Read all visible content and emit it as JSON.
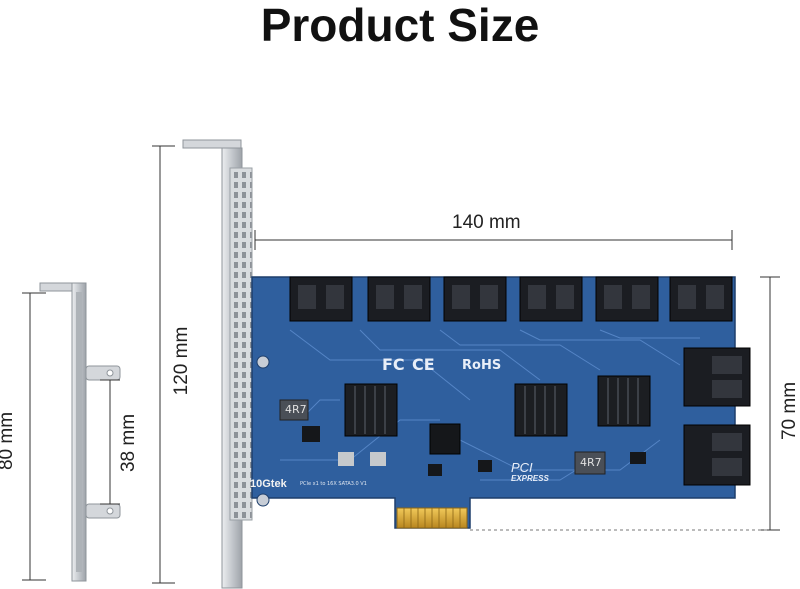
{
  "title": "Product Size",
  "dimensions": {
    "width": "140 mm",
    "height_card": "70 mm",
    "full_bracket": "120 mm",
    "low_profile_bracket": "80 mm",
    "screw_spacing": "38 mm"
  },
  "board": {
    "brand": "10Gtek",
    "model_text": "PCIe x1 to 16X SATA3.0 V1",
    "cert_marks": [
      "FC",
      "CE",
      "RoHS"
    ],
    "pcie_logo": "PCI",
    "pcie_logo_sub": "EXPRESS",
    "inductor_label": "4R7",
    "sata_port_count": 16
  },
  "colors": {
    "pcb": "#2f5f9e",
    "pcb_trace": "#5f8fd0",
    "connector": "#1b1d22",
    "gold_finger": "#d9a93a",
    "bracket": "#c8ccd1",
    "dimension_line": "#333333"
  }
}
